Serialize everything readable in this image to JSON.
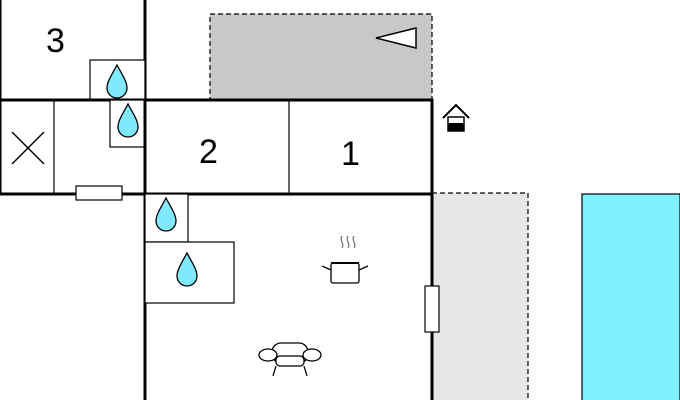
{
  "floorplan": {
    "rooms": [
      {
        "id": "room-1",
        "label": "1"
      },
      {
        "id": "room-2",
        "label": "2"
      },
      {
        "id": "room-3",
        "label": "3"
      }
    ],
    "icons": {
      "water_drop": "water-drop-icon",
      "cooking_pot": "cooking-pot-icon",
      "sofa": "sofa-icon",
      "house_entrance": "house-entrance-icon",
      "awning": "awning-icon",
      "cross": "cross-icon",
      "radiator": "radiator-icon"
    },
    "colors": {
      "wall": "#000000",
      "terrace_dark": "#c8c8c8",
      "terrace_light": "#e6e6e6",
      "pool": "#80f0ff",
      "water": "#80e8ff"
    }
  }
}
